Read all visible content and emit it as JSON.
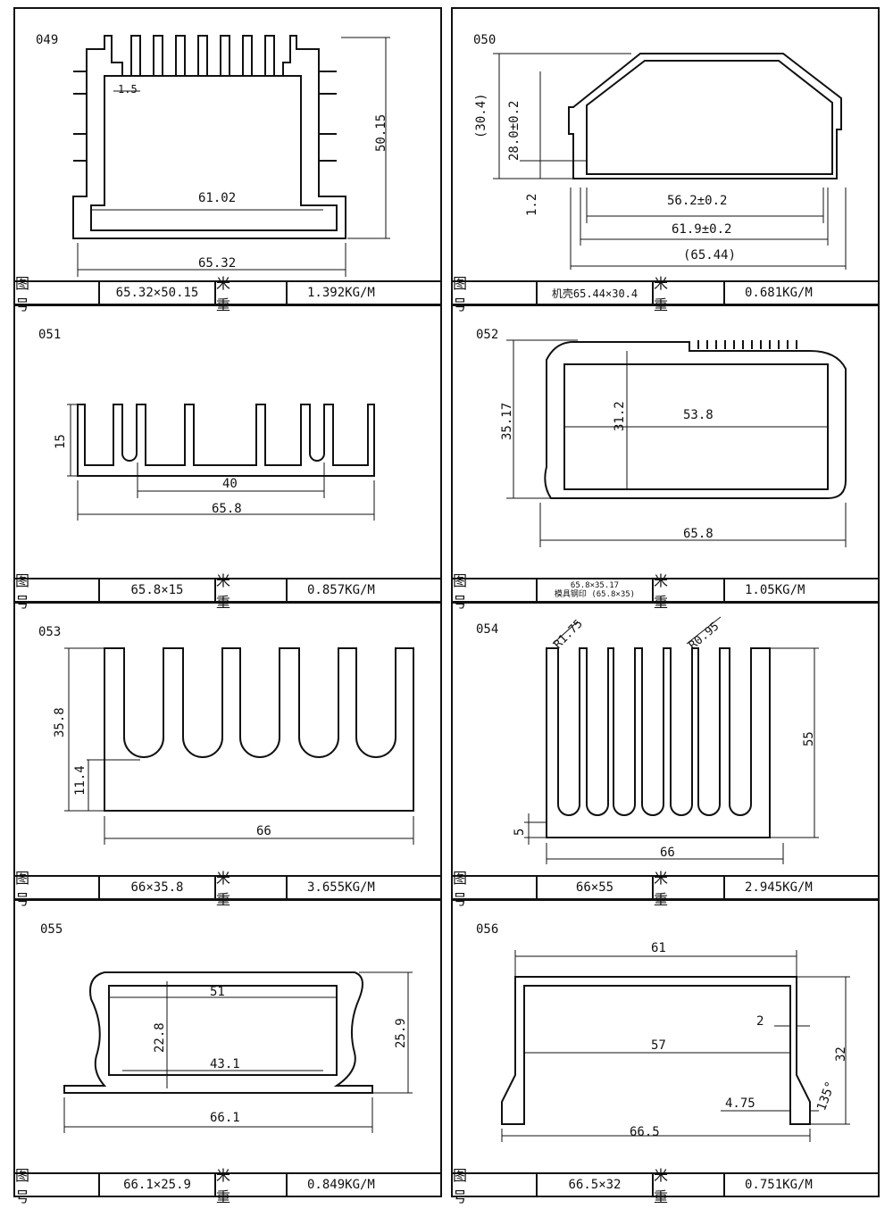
{
  "labels": {
    "fig_no": "图 号",
    "weight": "米 重"
  },
  "profiles": [
    {
      "id": "049",
      "size": "65.32×50.15",
      "weight": "1.392KG/M",
      "dims": [
        "1.5",
        "50.15",
        "61.02",
        "65.32"
      ]
    },
    {
      "id": "050",
      "size": "机壳65.44×30.4",
      "weight": "0.681KG/M",
      "dims": [
        "(30.4)",
        "28.0±0.2",
        "1.2",
        "56.2±0.2",
        "61.9±0.2",
        "(65.44)"
      ]
    },
    {
      "id": "051",
      "size": "65.8×15",
      "weight": "0.857KG/M",
      "dims": [
        "15",
        "40",
        "65.8"
      ]
    },
    {
      "id": "052",
      "size_line1": "65.8×35.17",
      "size_line2": "模具钢印 (65.8×35)",
      "weight": "1.05KG/M",
      "dims": [
        "35.17",
        "31.2",
        "53.8",
        "65.8"
      ]
    },
    {
      "id": "053",
      "size": "66×35.8",
      "weight": "3.655KG/M",
      "dims": [
        "35.8",
        "11.4",
        "66"
      ]
    },
    {
      "id": "054",
      "size": "66×55",
      "weight": "2.945KG/M",
      "dims": [
        "R1.75",
        "R0.95",
        "55",
        "5",
        "66"
      ]
    },
    {
      "id": "055",
      "size": "66.1×25.9",
      "weight": "0.849KG/M",
      "dims": [
        "51",
        "22.8",
        "25.9",
        "43.1",
        "66.1"
      ]
    },
    {
      "id": "056",
      "size": "66.5×32",
      "weight": "0.751KG/M",
      "dims": [
        "61",
        "2",
        "57",
        "32",
        "135°",
        "4.75",
        "66.5"
      ]
    }
  ]
}
